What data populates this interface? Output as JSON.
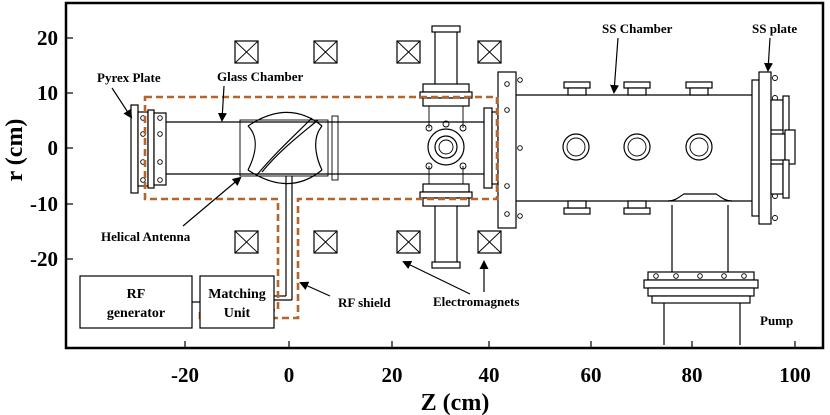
{
  "axes": {
    "x_title": "Z (cm)",
    "y_title": "r (cm)",
    "x_ticks": [
      "-20",
      "0",
      "20",
      "40",
      "60",
      "80",
      "100"
    ],
    "y_ticks": [
      "20",
      "10",
      "0",
      "-10",
      "-20"
    ]
  },
  "labels": {
    "pyrex_plate": "Pyrex Plate",
    "glass_chamber": "Glass Chamber",
    "ss_chamber": "SS Chamber",
    "ss_plate": "SS plate",
    "helical_antenna": "Helical Antenna",
    "rf_shield": "RF shield",
    "electromagnets": "Electromagnets",
    "pump": "Pump"
  },
  "boxes": {
    "rf_generator": [
      "RF",
      "generator"
    ],
    "matching_unit": [
      "Matching",
      "Unit"
    ]
  },
  "colors": {
    "shield_dash": "#b5652a",
    "line": "#000000"
  }
}
